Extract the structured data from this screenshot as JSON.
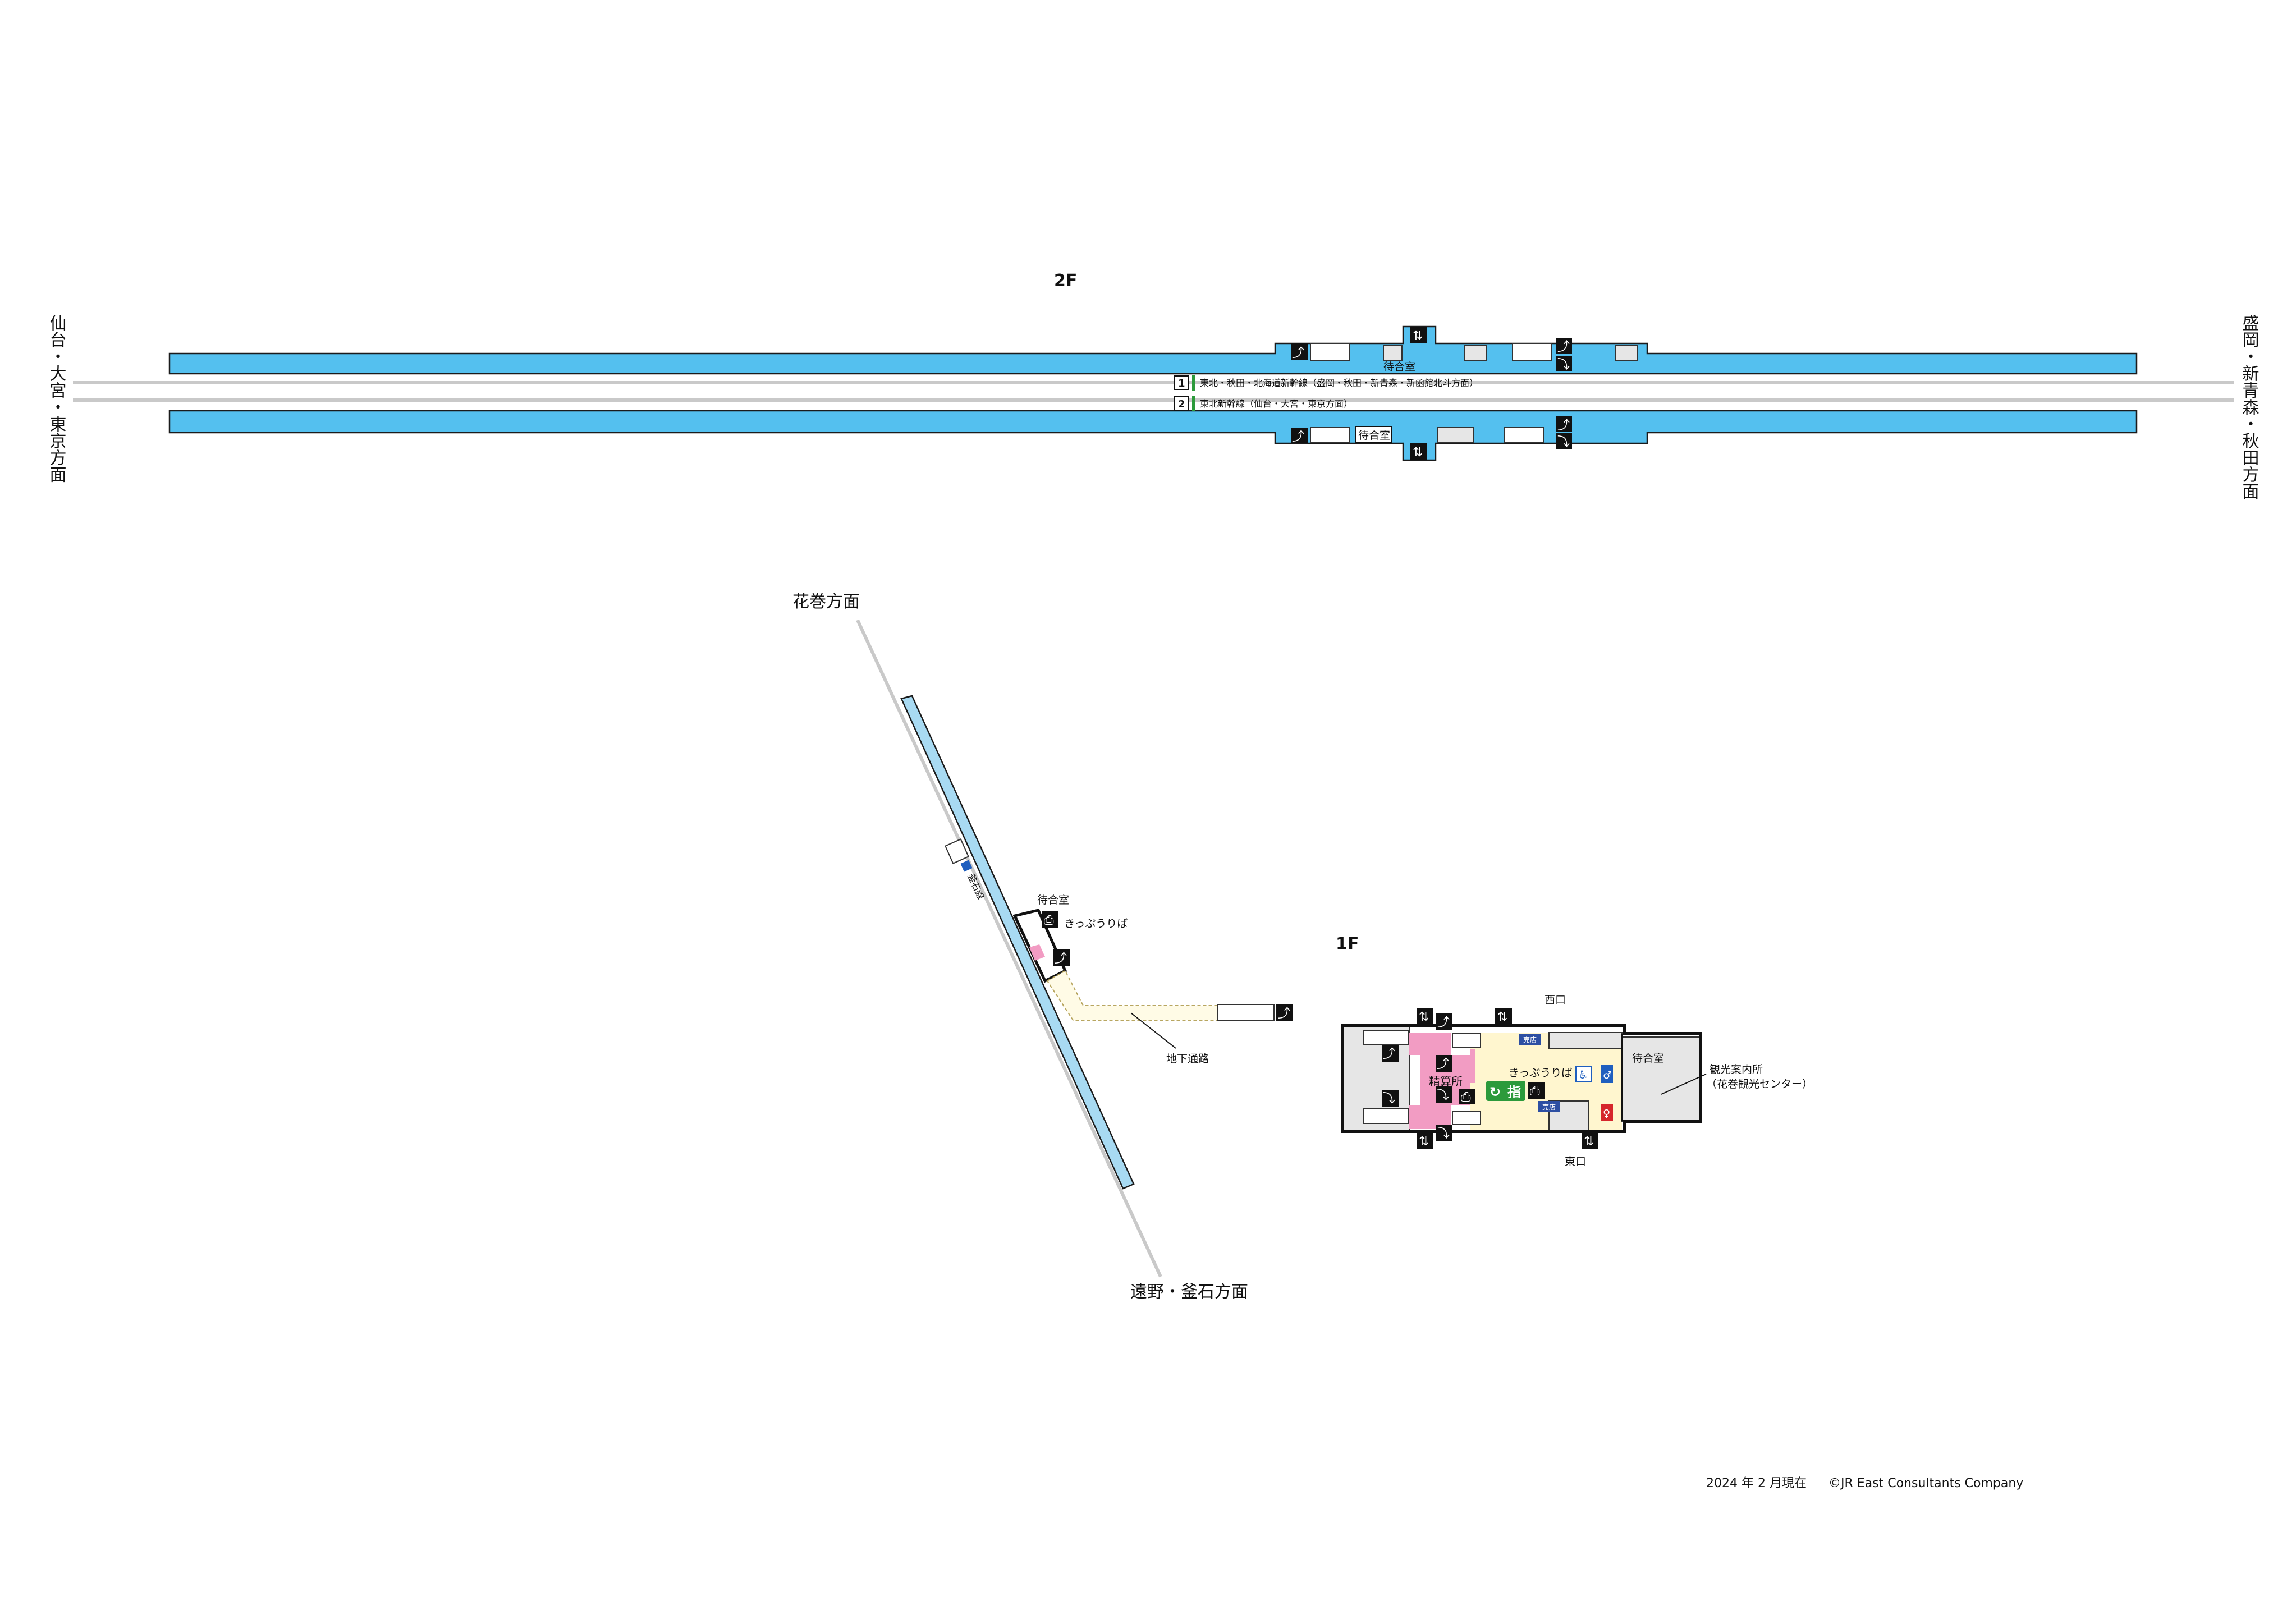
{
  "floors": {
    "upper": "2F",
    "lower": "1F"
  },
  "directions": {
    "left_2f": "仙台・大宮・東京方面",
    "right_2f": "盛岡・新青森・秋田方面",
    "top_1f": "花巻方面",
    "bottom_1f": "遠野・釜石方面"
  },
  "tracks_2f": [
    {
      "number": "1",
      "label": "東北・秋田・北海道新幹線（盛岡・秋田・新青森・新函館北斗方面）"
    },
    {
      "number": "2",
      "label": "東北新幹線（仙台・大宮・東京方面）"
    }
  ],
  "labels": {
    "waiting_room": "待合室",
    "ticket_office": "きっぷうりば",
    "underground_passage": "地下通路",
    "fare_adjustment": "精算所",
    "west_exit": "西口",
    "east_exit": "東口",
    "tourist_info_line1": "観光案内所",
    "tourist_info_line2": "（花巻観光センター）",
    "kamaishi_line_platform": "釜石線",
    "midori_badge": "指",
    "shop_badge": "売店"
  },
  "icons": {
    "stairs": "stairs-icon",
    "escalator": "escalator-icon",
    "elevator": "elevator-icon",
    "accessible": "accessible-toilet-icon",
    "toilet_men": "men-toilet-icon",
    "toilet_women": "women-toilet-icon"
  },
  "colors": {
    "platform": "#54c0ef",
    "concourse_pink": "#f29cc3",
    "concourse_cream": "#fff6cf",
    "midori_green": "#2c9a3b"
  },
  "footer": {
    "date": "2024 年 2 月現在",
    "copyright": "©JR East Consultants Company"
  }
}
